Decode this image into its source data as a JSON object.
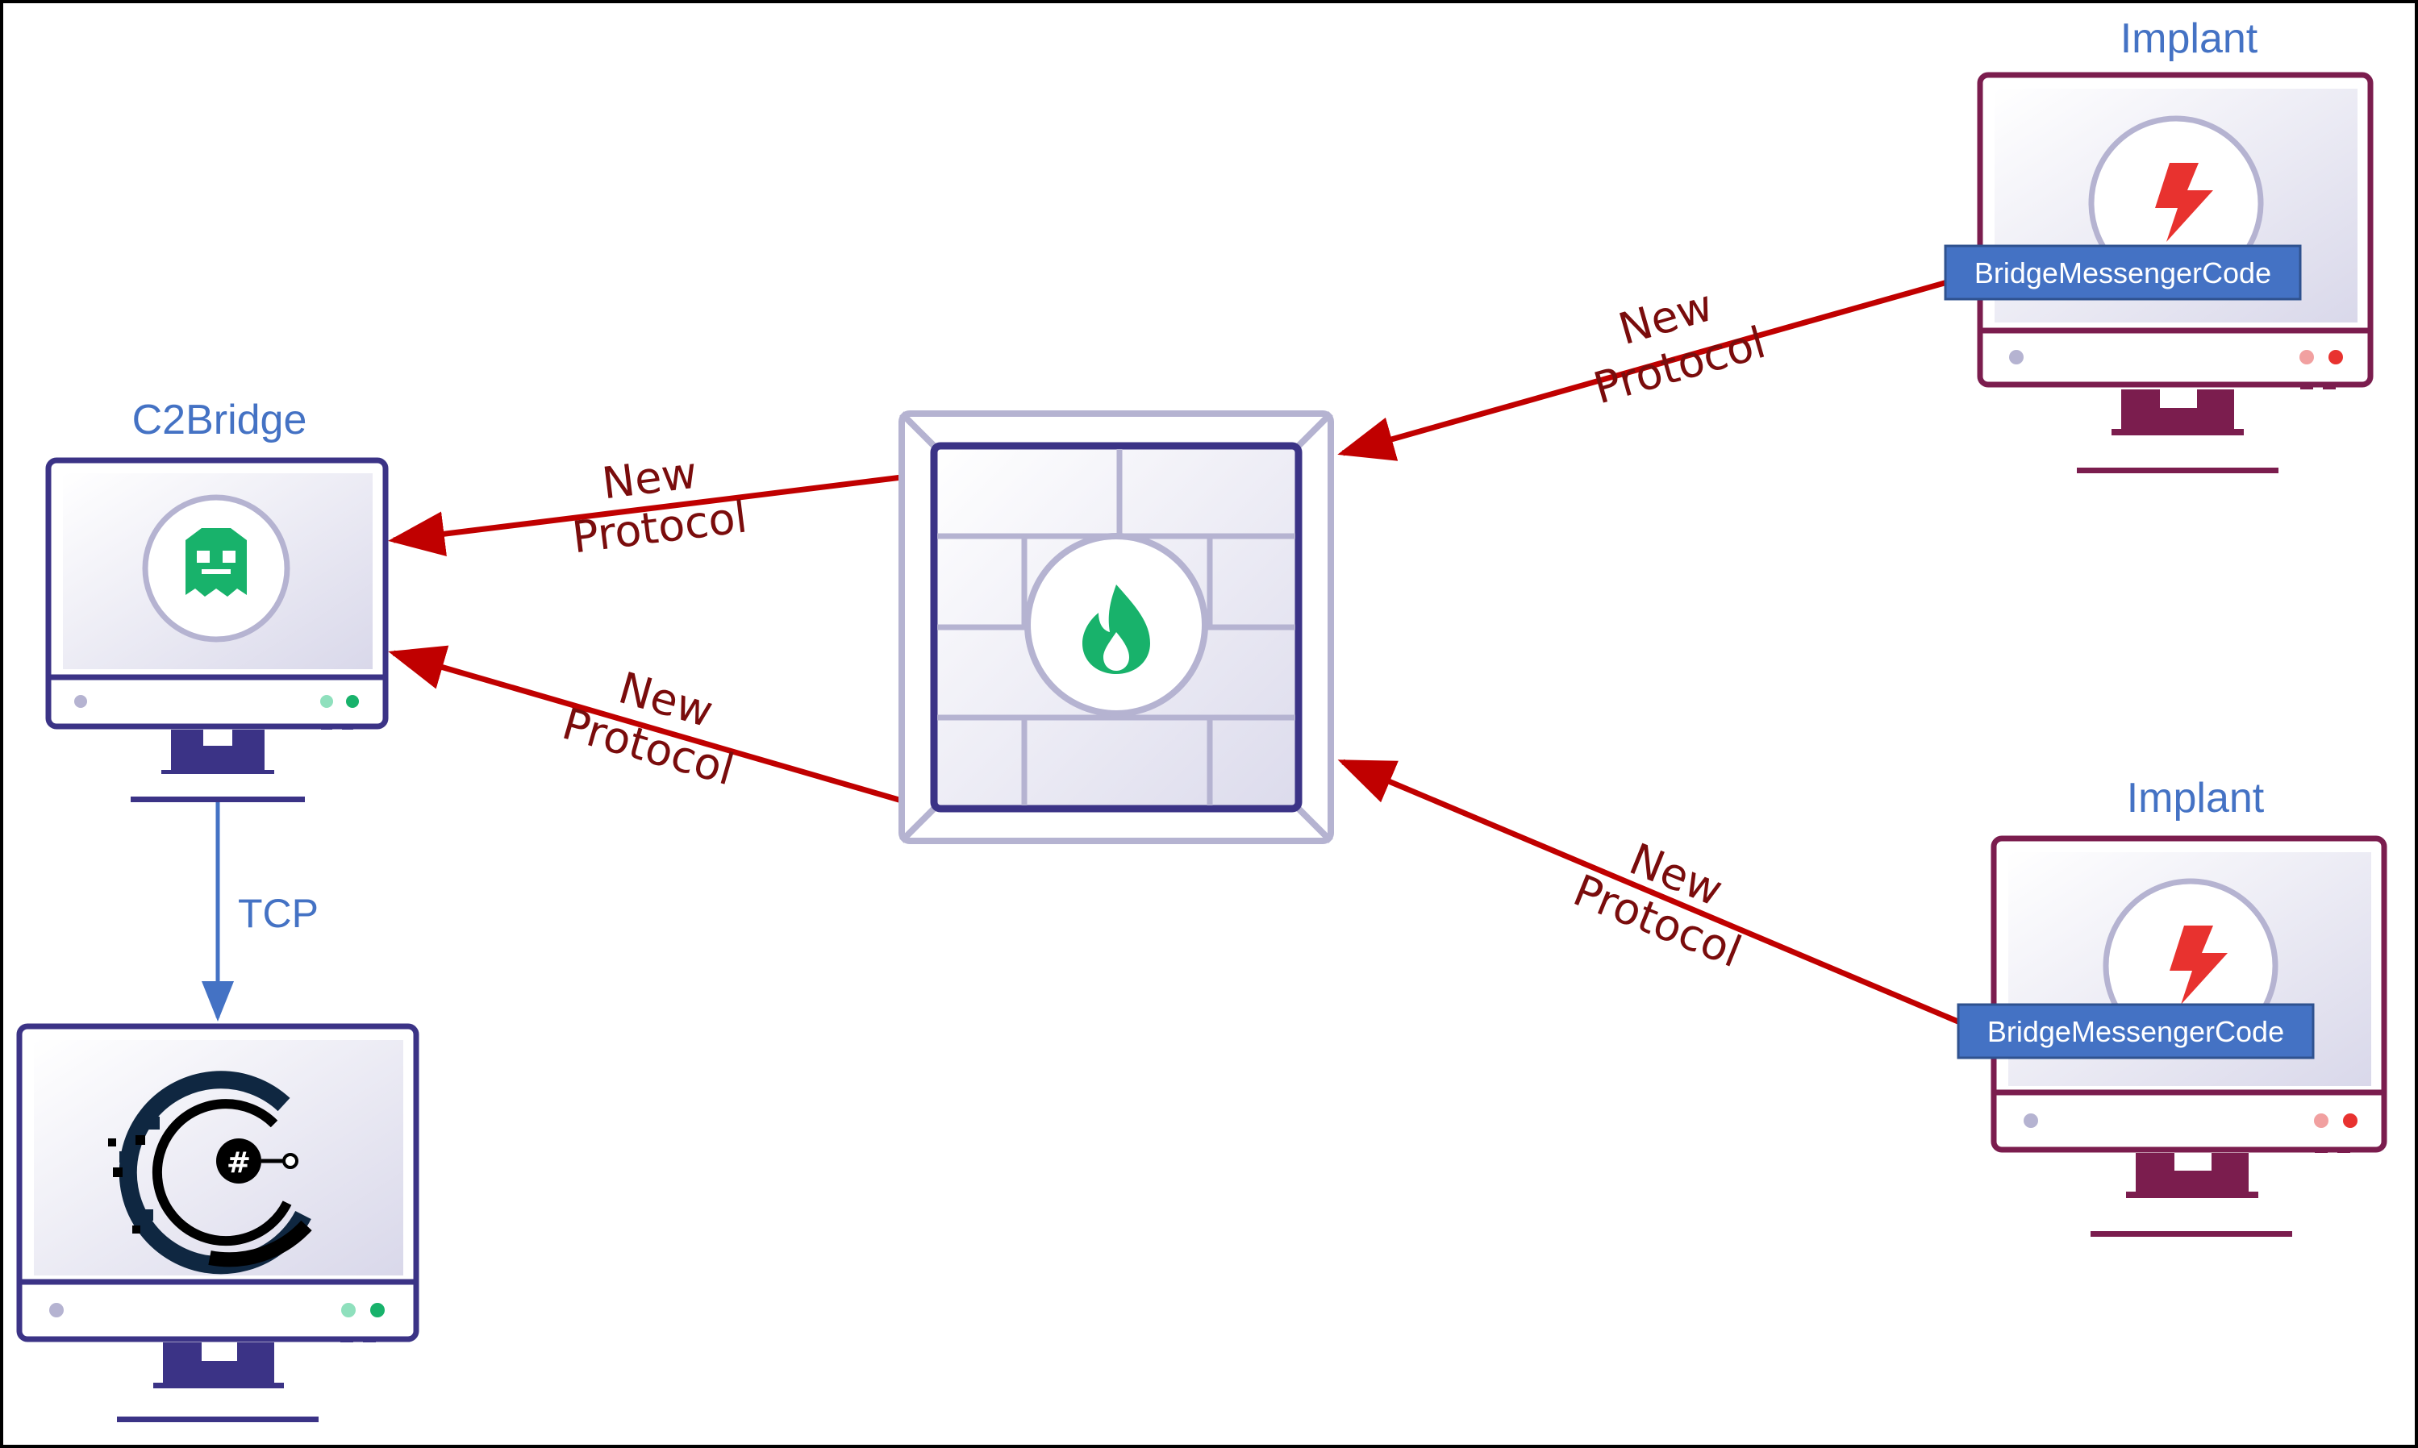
{
  "nodes": {
    "c2bridge": {
      "label": "C2Bridge",
      "icon": "ghost-icon"
    },
    "c2server": {
      "label": "",
      "icon": "csharp-c2-logo-icon"
    },
    "firewall": {
      "label": "",
      "icon": "flame-icon"
    },
    "implant_top": {
      "label": "Implant",
      "icon": "lightning-icon",
      "code_tag": "BridgeMessengerCode"
    },
    "implant_bottom": {
      "label": "Implant",
      "icon": "lightning-icon",
      "code_tag": "BridgeMessengerCode"
    }
  },
  "edges": {
    "implant_top_to_firewall": {
      "line1": "New",
      "line2": "Protocol"
    },
    "implant_bottom_to_firewall": {
      "line1": "New",
      "line2": "Protocol"
    },
    "firewall_to_c2bridge_top": {
      "line1": "New",
      "line2": "Protocol"
    },
    "firewall_to_c2bridge_bottom": {
      "line1": "New",
      "line2": "Protocol"
    },
    "c2bridge_to_c2server": {
      "label": "TCP"
    }
  },
  "colors": {
    "arrow": "#c00000",
    "edge_text": "#7a0c0c",
    "label_blue": "#4472c4",
    "monitor_navy": "#3b3386",
    "monitor_maroon": "#7b1d4e",
    "tag_blue": "#4472c4",
    "green_icon": "#18b26b",
    "red_icon": "#e8322f",
    "firewall_frame": "#b5b3d1"
  }
}
